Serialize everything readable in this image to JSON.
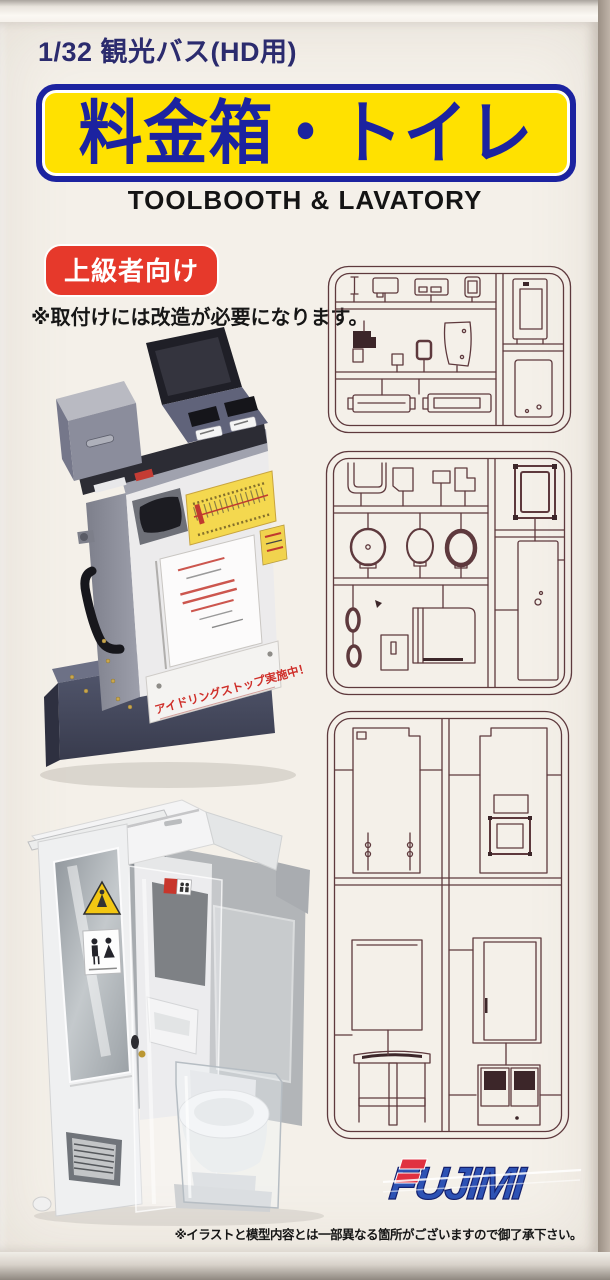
{
  "header": {
    "scale_line": "1/32 観光バス(HD用)"
  },
  "title_banner": {
    "title": "料金箱・トイレ",
    "subtitle": "TOOLBOOTH & LAVATORY"
  },
  "badge": {
    "label": "上級者向け"
  },
  "install_note": "※取付けには改造が必要になります。",
  "farebox_photo": {
    "banner_text": "アイドリングストップ実施中！"
  },
  "brand": {
    "name": "FUJIMI"
  },
  "footer": {
    "disclaimer": "※イラストと模型内容とは一部異なる箇所がございますので御了承下さい。"
  },
  "colors": {
    "banner_yellow": "#ffe100",
    "banner_blue": "#1c23a0",
    "badge_red": "#e6392b",
    "header_navy": "#2b2b6e",
    "logo_blue": "#2d52b4",
    "logo_red": "#e03140",
    "sprue_line": "#5e393d",
    "sprue_dark": "#3c2629",
    "box_face": "#f4f0e9"
  }
}
